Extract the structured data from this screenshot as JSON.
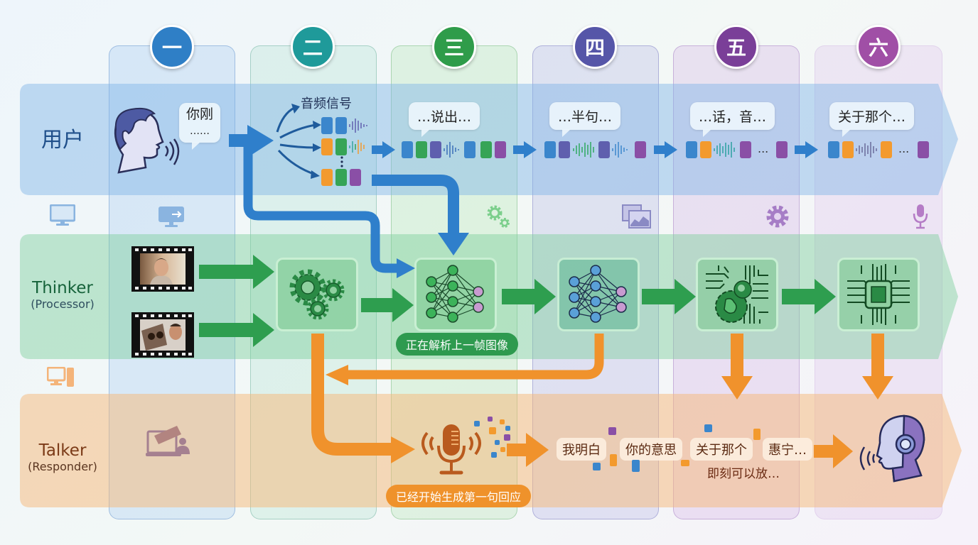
{
  "colors": {
    "user_lane": "#aecdee",
    "thinker_lane": "#a8dcbc",
    "talker_lane": "#f6cfa3",
    "blue_arrow": "#2f7fcb",
    "green_arrow": "#2e9e4f",
    "orange_arrow": "#f0922c",
    "token_blue": "#3b86cc",
    "token_green": "#36a456",
    "token_purple": "#8a4fa6",
    "token_indigo": "#5f5fae",
    "token_orange": "#f39a2e"
  },
  "lanes": {
    "user": {
      "label": "用户"
    },
    "thinker": {
      "label": "Thinker",
      "sublabel": "(Processor)"
    },
    "talker": {
      "label": "Talker",
      "sublabel": "(Responder)"
    }
  },
  "stages": [
    {
      "badge": "一",
      "color": "#2f7fc6"
    },
    {
      "badge": "二",
      "color": "#1f9a9a"
    },
    {
      "badge": "三",
      "color": "#2f9c4a"
    },
    {
      "badge": "四",
      "color": "#5656a8"
    },
    {
      "badge": "五",
      "color": "#7a3f98"
    },
    {
      "badge": "六",
      "color": "#a04fa6"
    }
  ],
  "user_row": {
    "first_bubble_line1": "你刚",
    "first_bubble_line2": "……",
    "audio_signal_label": "音频信号",
    "bubbles": [
      "…说出…",
      "…半句…",
      "…话，音…",
      "关于那个…"
    ],
    "ellipsis": "..."
  },
  "thinker_row": {
    "status_pill": "正在解析上一帧图像"
  },
  "talker_row": {
    "status_pill": "已经开始生成第一句回应",
    "words": [
      "我明白",
      "你的意思",
      "关于那个",
      "惠宁…"
    ],
    "trailing_text": "即刻可以放…"
  },
  "icons": {
    "user_lane": [
      "speaking-head-icon",
      "audio-waveform-icon"
    ],
    "thinker_side": [
      "monitor-icon",
      "screen-share-icon",
      "gears-icon",
      "video-frames-icon",
      "gear-icon",
      "microphone-icon"
    ],
    "talker_side": [
      "desktop-computer-icon",
      "laptop-presenter-icon",
      "microphone-broadcast-icon",
      "ai-headset-head-icon"
    ]
  }
}
